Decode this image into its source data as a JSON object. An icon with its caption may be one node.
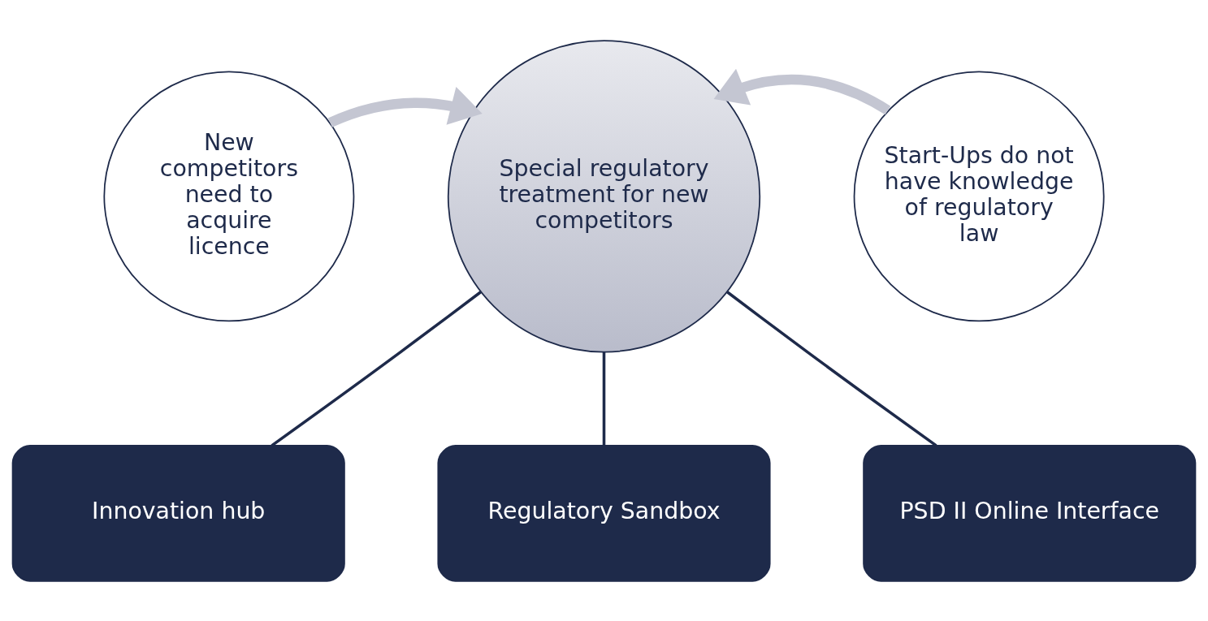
{
  "diagram": {
    "nodes": [
      {
        "text": [
          "New competitors need to acquire licence"
        ]
      },
      {
        "text": [
          "Special regulatory treatment for new competitors"
        ]
      },
      {
        "text": [
          "Start-Ups do not have knowledge of regulatory law"
        ]
      },
      {
        "text": [
          "Innovation hub"
        ]
      },
      {
        "text": [
          "Regulatory Sandbox"
        ]
      },
      {
        "text": [
          "PSD II Online Interface"
        ]
      }
    ],
    "edges": [
      {
        "from": 0,
        "to": 1,
        "arrow": "to",
        "style": "thick",
        "color": "#c4c6d2"
      },
      {
        "from": 2,
        "to": 1,
        "arrow": "to",
        "style": "thick",
        "color": "#c4c6d2"
      },
      {
        "from": 1,
        "to": 3,
        "arrow": "none"
      },
      {
        "from": 1,
        "to": 4,
        "arrow": "none"
      },
      {
        "from": 1,
        "to": 5,
        "arrow": "none"
      }
    ]
  }
}
